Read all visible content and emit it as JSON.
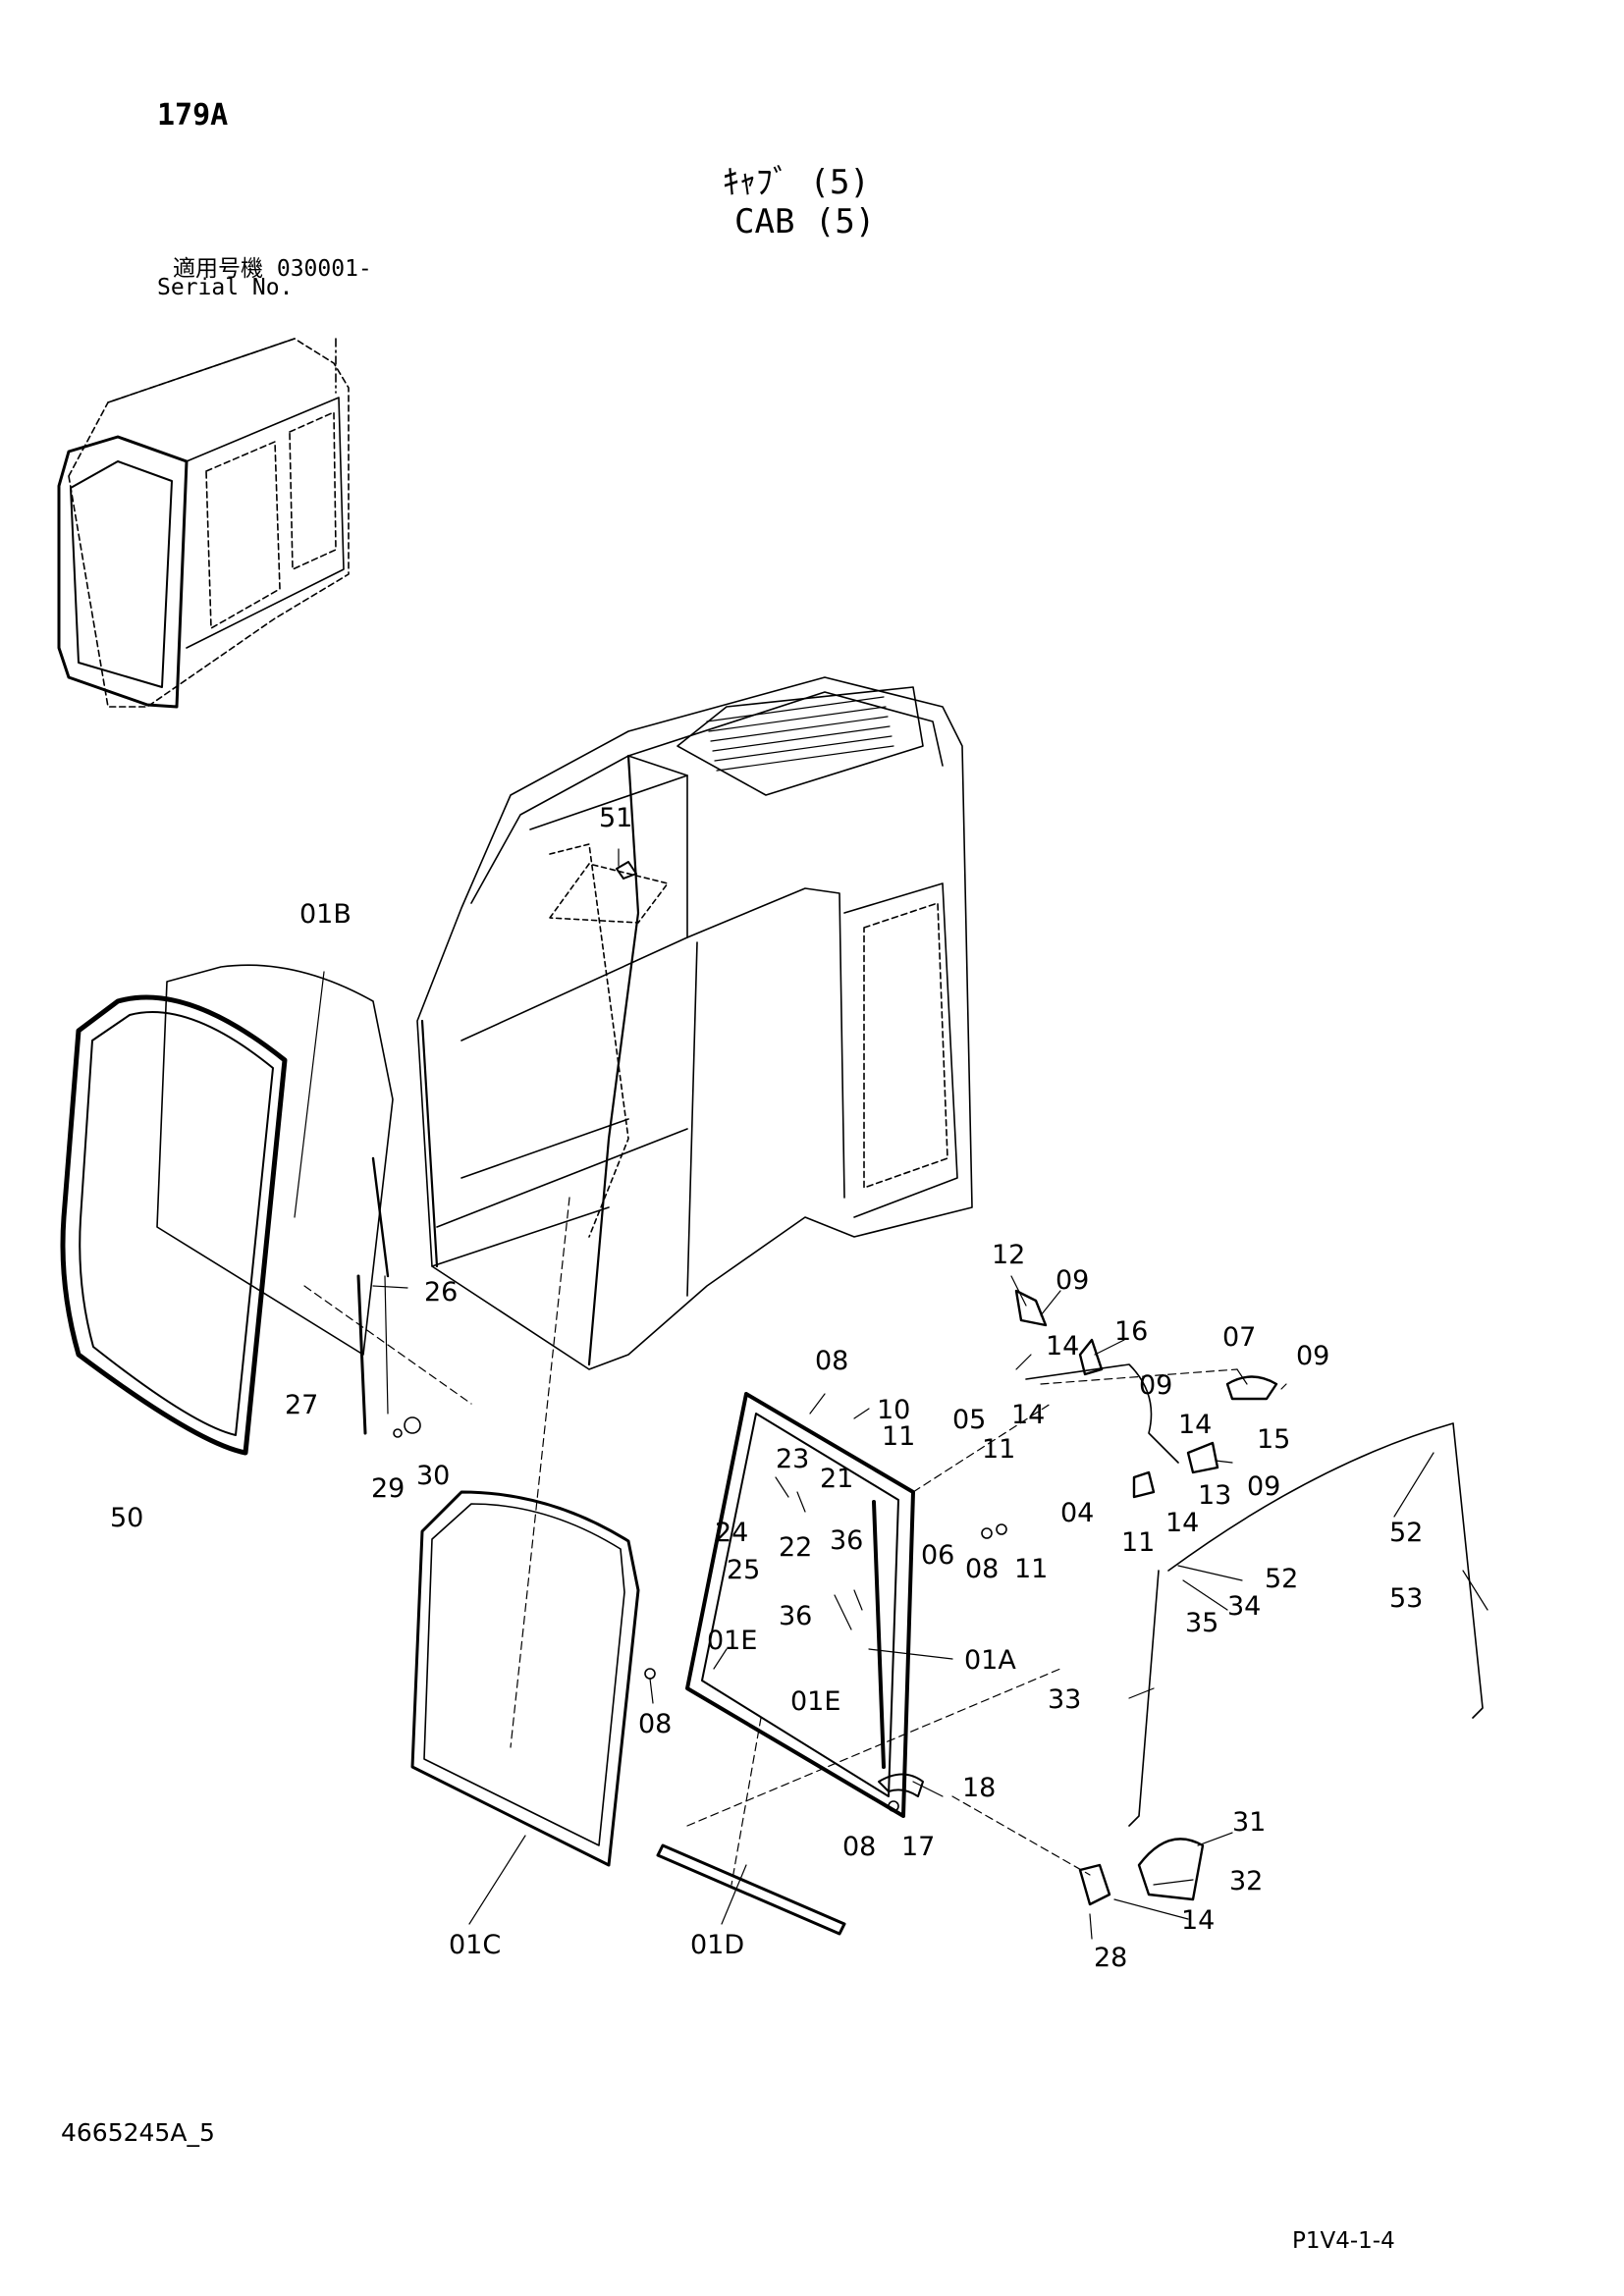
{
  "page_number": "179A",
  "title_jp": "ｷｬﾌﾞ (5)",
  "title_en": "CAB (5)",
  "serial_label_jp": "適用号機 030001-",
  "serial_label_en": "Serial No.",
  "doc_id": "4665245A_5",
  "sheet_id": "P1V4-1-4",
  "callouts": [
    {
      "key": "c51",
      "text": "51"
    },
    {
      "key": "c01B",
      "text": "01B"
    },
    {
      "key": "c12",
      "text": "12"
    },
    {
      "key": "c09a",
      "text": "09"
    },
    {
      "key": "c16",
      "text": "16"
    },
    {
      "key": "c07",
      "text": "07"
    },
    {
      "key": "c09b",
      "text": "09"
    },
    {
      "key": "c14a",
      "text": "14"
    },
    {
      "key": "c09c",
      "text": "09"
    },
    {
      "key": "c08a",
      "text": "08"
    },
    {
      "key": "c26",
      "text": "26"
    },
    {
      "key": "c10",
      "text": "10"
    },
    {
      "key": "c05",
      "text": "05"
    },
    {
      "key": "c14b",
      "text": "14"
    },
    {
      "key": "c14c",
      "text": "14"
    },
    {
      "key": "c15",
      "text": "15"
    },
    {
      "key": "c27",
      "text": "27"
    },
    {
      "key": "c11a",
      "text": "11"
    },
    {
      "key": "c11b",
      "text": "11"
    },
    {
      "key": "c23",
      "text": "23"
    },
    {
      "key": "c09d",
      "text": "09"
    },
    {
      "key": "c21",
      "text": "21"
    },
    {
      "key": "c13",
      "text": "13"
    },
    {
      "key": "c29",
      "text": "29"
    },
    {
      "key": "c30",
      "text": "30"
    },
    {
      "key": "c50",
      "text": "50"
    },
    {
      "key": "c04",
      "text": "04"
    },
    {
      "key": "c14d",
      "text": "14"
    },
    {
      "key": "c52a",
      "text": "52"
    },
    {
      "key": "c24",
      "text": "24"
    },
    {
      "key": "c36a",
      "text": "36"
    },
    {
      "key": "c11c",
      "text": "11"
    },
    {
      "key": "c25",
      "text": "25"
    },
    {
      "key": "c22",
      "text": "22"
    },
    {
      "key": "c06",
      "text": "06"
    },
    {
      "key": "c08b",
      "text": "08"
    },
    {
      "key": "c11d",
      "text": "11"
    },
    {
      "key": "c52b",
      "text": "52"
    },
    {
      "key": "c34",
      "text": "34"
    },
    {
      "key": "c53",
      "text": "53"
    },
    {
      "key": "c35",
      "text": "35"
    },
    {
      "key": "c36b",
      "text": "36"
    },
    {
      "key": "c01E_a",
      "text": "01E"
    },
    {
      "key": "c01A",
      "text": "01A"
    },
    {
      "key": "c33",
      "text": "33"
    },
    {
      "key": "c08c",
      "text": "08"
    },
    {
      "key": "c01E_b",
      "text": "01E"
    },
    {
      "key": "c18",
      "text": "18"
    },
    {
      "key": "c08d",
      "text": "08"
    },
    {
      "key": "c17",
      "text": "17"
    },
    {
      "key": "c31",
      "text": "31"
    },
    {
      "key": "c32",
      "text": "32"
    },
    {
      "key": "c14e",
      "text": "14"
    },
    {
      "key": "c28",
      "text": "28"
    },
    {
      "key": "c01C",
      "text": "01C"
    },
    {
      "key": "c01D",
      "text": "01D"
    }
  ]
}
